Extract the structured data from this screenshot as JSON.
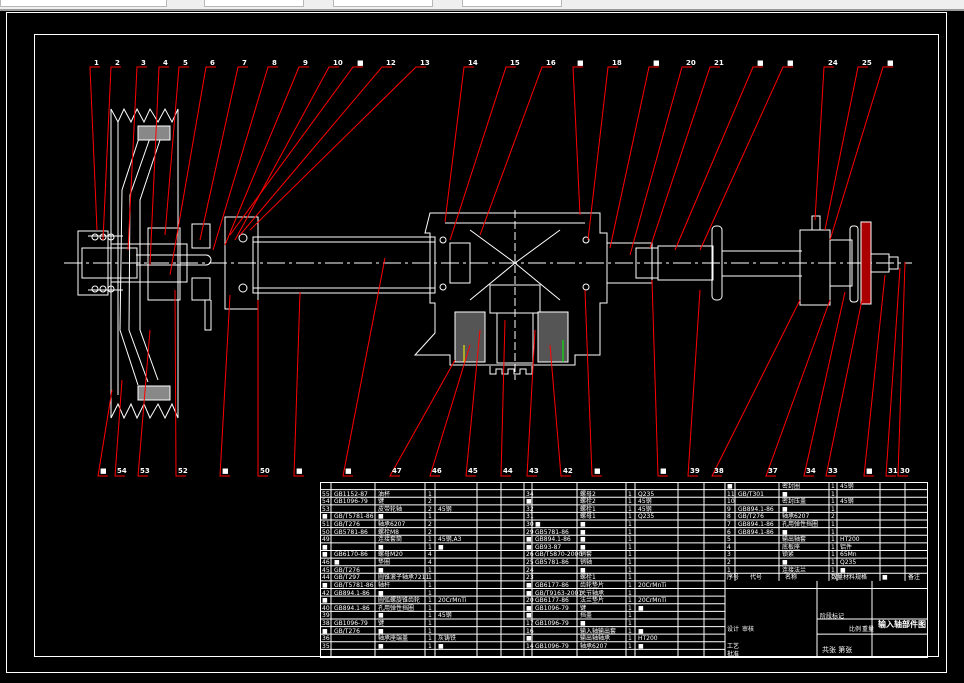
{
  "colors": {
    "background": "#000000",
    "lines": "#ffffff",
    "leaders": "#ff0000",
    "toolbar": "#efefef"
  },
  "callouts_top": [
    "1",
    "2",
    "3",
    "4",
    "5",
    "6",
    "7",
    "8",
    "9",
    "10",
    "■",
    "12",
    "13",
    "14",
    "15",
    "16",
    "■",
    "18",
    "■",
    "20",
    "21",
    "■",
    "■",
    "24",
    "25",
    "■"
  ],
  "callouts_bottom": [
    "■",
    "54",
    "53",
    "52",
    "■",
    "50",
    "■",
    "■",
    "47",
    "46",
    "45",
    "44",
    "43",
    "42",
    "■",
    "■",
    "39",
    "38",
    "37",
    "34",
    "33",
    "■",
    "31",
    "30"
  ],
  "bom_left": [
    [
      "55",
      "GB1152-87",
      "油杯",
      "1",
      "",
      ""
    ],
    [
      "54",
      "GB1096-79",
      "键",
      "2",
      "",
      ""
    ],
    [
      "53",
      "",
      "皮带轮轴",
      "2",
      "45钢",
      ""
    ],
    [
      "■",
      "GB/T5781-86",
      "■",
      "1",
      "",
      ""
    ],
    [
      "51",
      "GB/T276",
      "轴承6207",
      "2",
      "",
      ""
    ],
    [
      "50",
      "GB5781-86",
      "螺栓M8",
      "2",
      "",
      ""
    ],
    [
      "49",
      "",
      "连接套筒",
      "1",
      "45钢,A3",
      ""
    ],
    [
      "■",
      "",
      "■",
      "1",
      "■",
      ""
    ],
    [
      "■",
      "GB6170-86",
      "螺母M20",
      "4",
      "",
      ""
    ],
    [
      "46",
      "■",
      "垫圈",
      "4",
      "",
      ""
    ],
    [
      "45",
      "GB/T276",
      "■",
      "1",
      "",
      ""
    ],
    [
      "44",
      "GB/T297",
      "圆锥滚子轴承7211",
      "1",
      "",
      ""
    ],
    [
      "■",
      "GB/T5781-86",
      "轴杆",
      "1",
      "",
      ""
    ],
    [
      "42",
      "GB894.1-86",
      "■",
      "1",
      "",
      ""
    ],
    [
      "■",
      "",
      "圆弧螺旋锥齿轮",
      "1",
      "20CrMnTi",
      ""
    ],
    [
      "40",
      "GB894.1-86",
      "孔用弹性挡圈",
      "1",
      "",
      ""
    ],
    [
      "39",
      "",
      "■",
      "1",
      "45钢",
      ""
    ],
    [
      "38",
      "GB1096-79",
      "键",
      "1",
      "",
      ""
    ],
    [
      "■",
      "GB/T276",
      "■",
      "1",
      "",
      ""
    ],
    [
      "36",
      "",
      "轴承座端盖",
      "1",
      "灰铸铁",
      ""
    ],
    [
      "35",
      "",
      "■",
      "1",
      "■",
      ""
    ]
  ],
  "bom_middle": [
    [
      "34",
      "",
      "螺母2",
      "1",
      "Q235",
      ""
    ],
    [
      "■",
      "",
      "螺栓2",
      "1",
      "45钢",
      ""
    ],
    [
      "32",
      "",
      "螺栓1",
      "1",
      "45钢",
      ""
    ],
    [
      "31",
      "",
      "螺母1",
      "1",
      "Q235",
      ""
    ],
    [
      "30",
      "■",
      "■",
      "1",
      "",
      ""
    ],
    [
      "29",
      "GB5781-86",
      "■",
      "1",
      "",
      ""
    ],
    [
      "■",
      "GB894.1-86",
      "■",
      "1",
      "",
      ""
    ],
    [
      "■",
      "GB93-87",
      "■",
      "1",
      "",
      ""
    ],
    [
      "26",
      "GB/T5870-2000",
      "销套",
      "1",
      "",
      ""
    ],
    [
      "25",
      "GB5781-86",
      "销轴",
      "1",
      "",
      ""
    ],
    [
      "24",
      "",
      "■",
      "1",
      "",
      ""
    ],
    [
      "23",
      "",
      "螺栓1",
      "1",
      "",
      ""
    ],
    [
      "■",
      "GB6177-86",
      "齿轮垫片",
      "1",
      "20CrMnTi",
      ""
    ],
    [
      "■",
      "GB/T9163-2001",
      "关节轴承",
      "1",
      "",
      ""
    ],
    [
      "20",
      "GB6177-86",
      "法兰垫片",
      "1",
      "20CrMnTi",
      ""
    ],
    [
      "■",
      "GB1096-79",
      "键",
      "1",
      "■",
      ""
    ],
    [
      "■",
      "",
      "挡盖",
      "1",
      "",
      ""
    ],
    [
      "17",
      "GB1096-79",
      "■",
      "1",
      "",
      ""
    ],
    [
      "16",
      "",
      "输入轴输出套",
      "1",
      "■",
      ""
    ],
    [
      "■",
      "",
      "输出轴轴承",
      "1",
      "HT200",
      ""
    ],
    [
      "14",
      "GB1096-79",
      "轴承6207",
      "1",
      "■",
      ""
    ]
  ],
  "bom_right": [
    [
      "■",
      "",
      "密封圈",
      "1",
      "45钢",
      ""
    ],
    [
      "11",
      "GB/T301",
      "■",
      "1",
      "",
      ""
    ],
    [
      "10",
      "",
      "密封压盖",
      "1",
      "45钢",
      ""
    ],
    [
      "9",
      "GB894.1-86",
      "■",
      "1",
      "",
      ""
    ],
    [
      "8",
      "GB/T276",
      "轴承6207",
      "2",
      "",
      ""
    ],
    [
      "7",
      "GB894.1-86",
      "孔用弹性挡圈",
      "1",
      "",
      ""
    ],
    [
      "6",
      "GB894.1-86",
      "■",
      "1",
      "",
      ""
    ],
    [
      "5",
      "",
      "输出轴套",
      "1",
      "HT200",
      ""
    ],
    [
      "4",
      "",
      "底板座",
      "1",
      "铝件",
      ""
    ],
    [
      "3",
      "",
      "锁紧",
      "1",
      "65Mn",
      ""
    ],
    [
      "2",
      "",
      "■",
      "1",
      "Q235",
      ""
    ],
    [
      "1",
      "",
      "连接法兰",
      "1",
      "■",
      ""
    ]
  ],
  "bom_header": {
    "no": "序号",
    "code": "代号",
    "name": "名称",
    "qty": "数量",
    "material": "材料规格",
    "remark": "备注",
    "extra": "■"
  },
  "title_block": {
    "drawing_title": "输入轴部件图",
    "sheets": "共张 第张",
    "scale_label": "比例",
    "weight_label": "重量",
    "design_label": "设计",
    "check_label": "审核",
    "process_label": "工艺",
    "approve_label": "批准",
    "stage_label": "阶段标记"
  }
}
